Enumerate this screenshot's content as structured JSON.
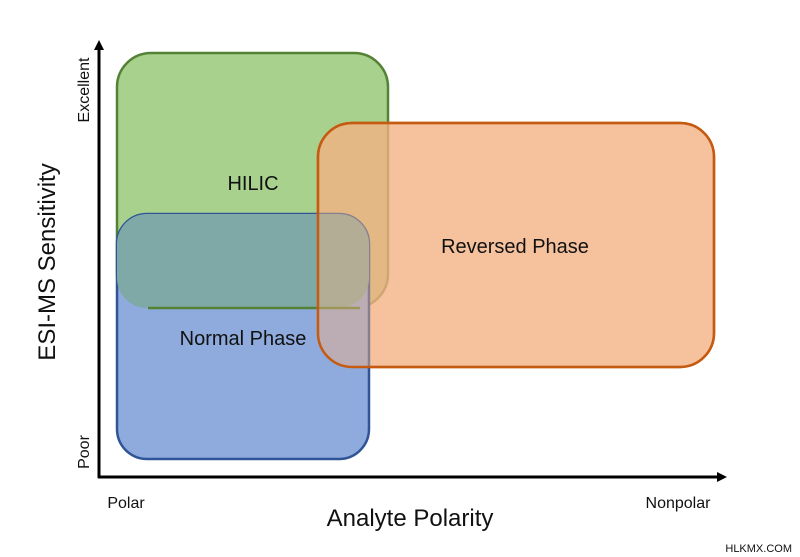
{
  "diagram": {
    "y_axis": {
      "title": "ESI-MS Sensitivity",
      "high_label": "Excellent",
      "low_label": "Poor"
    },
    "x_axis": {
      "title": "Analyte Polarity",
      "low_label": "Polar",
      "high_label": "Nonpolar"
    },
    "regions": {
      "hilic": {
        "label": "HILIC",
        "fill": "#a9d18e",
        "stroke": "#548235"
      },
      "reversed_phase": {
        "label": "Reversed Phase",
        "fill": "#f4b183",
        "stroke": "#c55a11"
      },
      "normal_phase": {
        "label": "Normal Phase",
        "fill": "#8faadc",
        "stroke": "#2f5597"
      }
    },
    "overlap_fill": "#7fa9a7",
    "axis_color": "#000000"
  },
  "watermark": "HLKMX.COM"
}
